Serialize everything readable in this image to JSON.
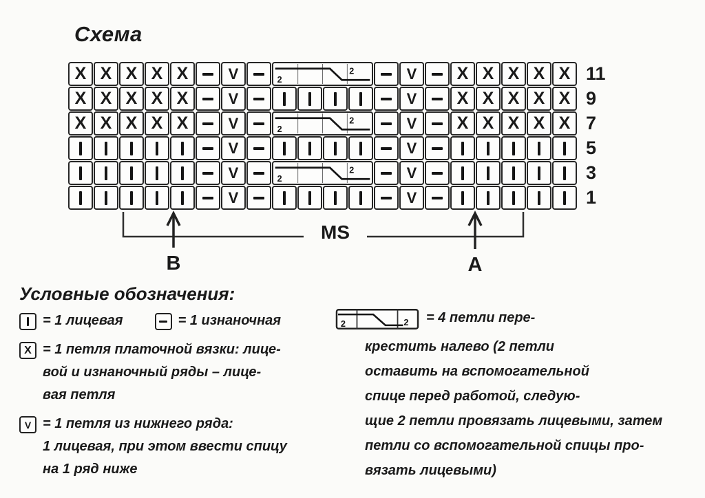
{
  "title": "Схема",
  "colors": {
    "ink": "#1a1a1a",
    "grid": "#262626"
  },
  "chart": {
    "row_numbers": [
      "11",
      "9",
      "7",
      "5",
      "3",
      "1"
    ],
    "rows": [
      {
        "number": "11",
        "cells": [
          "X",
          "X",
          "X",
          "X",
          "X",
          "P",
          "V",
          "P",
          "C",
          "P",
          "V",
          "P",
          "X",
          "X",
          "X",
          "X",
          "X"
        ]
      },
      {
        "number": "9",
        "cells": [
          "X",
          "X",
          "X",
          "X",
          "X",
          "P",
          "V",
          "P",
          "K",
          "K",
          "K",
          "K",
          "P",
          "V",
          "P",
          "X",
          "X",
          "X",
          "X",
          "X"
        ]
      },
      {
        "number": "7",
        "cells": [
          "X",
          "X",
          "X",
          "X",
          "X",
          "P",
          "V",
          "P",
          "C",
          "P",
          "V",
          "P",
          "X",
          "X",
          "X",
          "X",
          "X"
        ]
      },
      {
        "number": "5",
        "cells": [
          "K",
          "K",
          "K",
          "K",
          "K",
          "P",
          "V",
          "P",
          "K",
          "K",
          "K",
          "K",
          "P",
          "V",
          "P",
          "K",
          "K",
          "K",
          "K",
          "K"
        ]
      },
      {
        "number": "3",
        "cells": [
          "K",
          "K",
          "K",
          "K",
          "K",
          "P",
          "V",
          "P",
          "C",
          "P",
          "V",
          "P",
          "K",
          "K",
          "K",
          "K",
          "K"
        ]
      },
      {
        "number": "1",
        "cells": [
          "K",
          "K",
          "K",
          "K",
          "K",
          "P",
          "V",
          "P",
          "K",
          "K",
          "K",
          "K",
          "P",
          "V",
          "P",
          "K",
          "K",
          "K",
          "K",
          "K"
        ]
      }
    ],
    "cable_digits": [
      "2",
      "2"
    ],
    "symbol_names": {
      "K": "knit-stitch",
      "P": "purl-stitch",
      "X": "garter-stitch",
      "V": "stitch-below",
      "C": "cable-4-left"
    },
    "ms_label": "MS",
    "arrow_b_label": "B",
    "arrow_a_label": "A"
  },
  "legend": {
    "heading": "Условные обозначения:",
    "knit": {
      "first_line": "= 1 лицевая"
    },
    "purl": {
      "first_line": "= 1 изнаночная"
    },
    "garter": {
      "first_line": "= 1 петля платочной вязки: лице-",
      "rest": [
        "вой и изнаночный ряды – лице-",
        "вая петля"
      ]
    },
    "lower": {
      "first_line": "= 1 петля из нижнего ряда:",
      "rest": [
        "1 лицевая, при этом ввести спицу",
        "на 1 ряд ниже"
      ]
    },
    "cable": {
      "first_line": "= 4 петли пере-",
      "rest": [
        "крестить налево (2 петли",
        "оставить на вспомогательной",
        "спице перед работой, следую-",
        "щие 2 петли провязать лицевыми, затем",
        "петли со вспомогательной спицы про-",
        "вязать лицевыми)"
      ]
    }
  }
}
